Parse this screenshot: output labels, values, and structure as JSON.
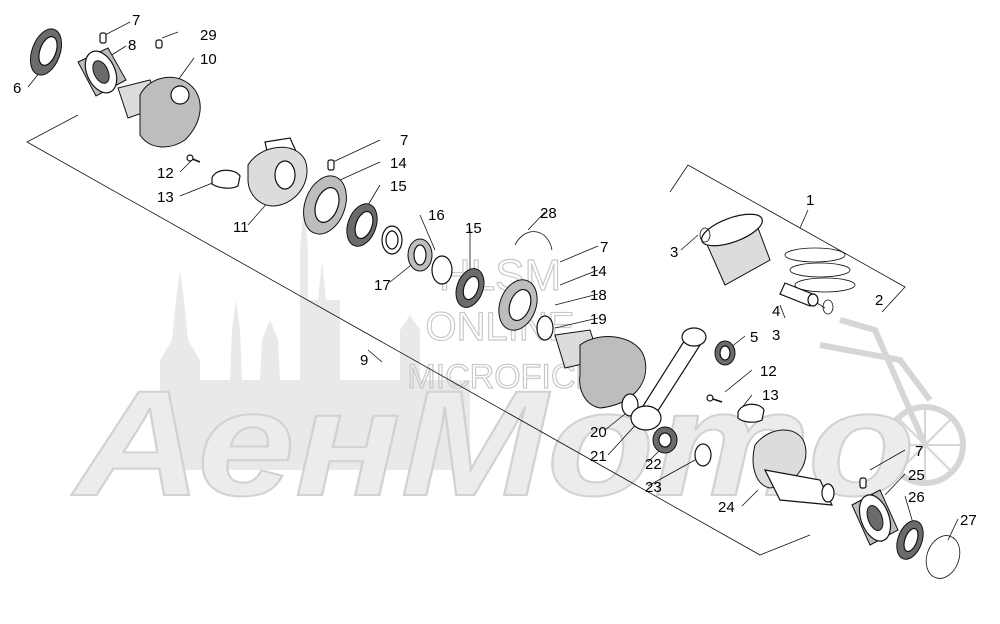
{
  "watermark": {
    "brand": "АенМото",
    "line1": "HLSM",
    "line2": "ONLINE",
    "line3": "MICROFICHE"
  },
  "callouts": {
    "c1": "1",
    "c2": "2",
    "c3a": "3",
    "c3b": "3",
    "c4": "4",
    "c5": "5",
    "c6": "6",
    "c7a": "7",
    "c7b": "7",
    "c7c": "7",
    "c7d": "7",
    "c8": "8",
    "c9": "9",
    "c10": "10",
    "c11": "11",
    "c12a": "12",
    "c12b": "12",
    "c13a": "13",
    "c13b": "13",
    "c14a": "14",
    "c14b": "14",
    "c15a": "15",
    "c15b": "15",
    "c16": "16",
    "c17": "17",
    "c18": "18",
    "c19": "19",
    "c20": "20",
    "c21": "21",
    "c22": "22",
    "c23": "23",
    "c24": "24",
    "c25": "25",
    "c26": "26",
    "c27": "27",
    "c28": "28",
    "c29": "29"
  }
}
